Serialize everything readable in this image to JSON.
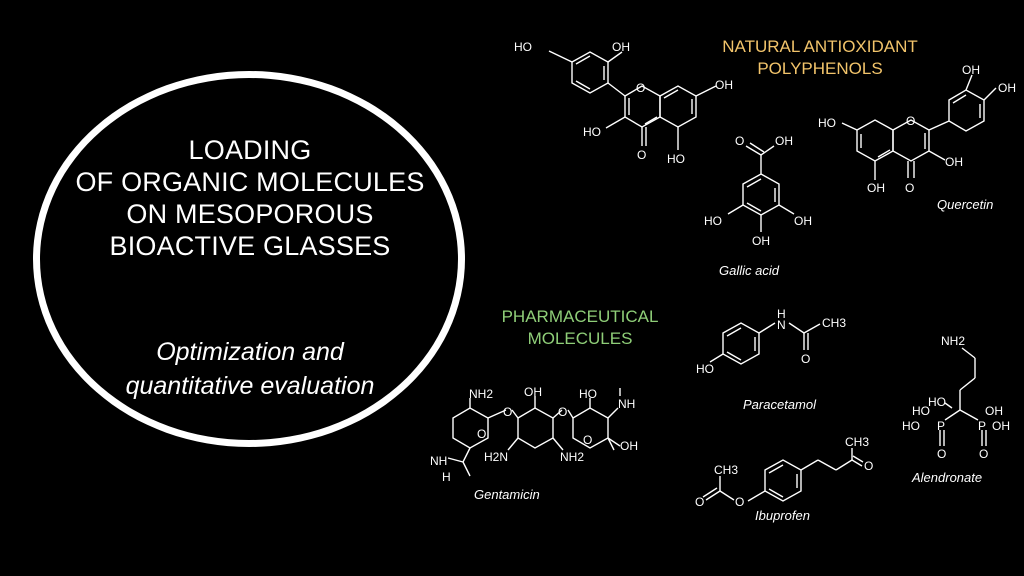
{
  "title": {
    "lines": [
      "LOADING",
      "OF ORGANIC MOLECULES",
      "ON MESOPOROUS",
      "BIOACTIVE GLASSES"
    ]
  },
  "subtitle": {
    "lines": [
      "Optimization and",
      "quantitative evaluation"
    ]
  },
  "categories": {
    "natural": {
      "lines": [
        "NATURAL ANTIOXIDANT",
        "POLYPHENOLS"
      ],
      "color": "#f2c46b"
    },
    "pharmaceutical": {
      "lines": [
        "PHARMACEUTICAL",
        "MOLECULES"
      ],
      "color": "#8fce78"
    }
  },
  "molecules": {
    "quercetin": "Quercetin",
    "gallic_acid": "Gallic acid",
    "paracetamol": "Paracetamol",
    "alendronate": "Alendronate",
    "gentamicin": "Gentamicin",
    "ibuprofen": "Ibuprofen"
  },
  "atom_labels": {
    "oh": "OH",
    "ho": "HO",
    "o": "O",
    "h": "H",
    "n": "N",
    "nh": "NH",
    "nh2": "NH2",
    "h2n": "H2N",
    "p": "P",
    "ch3": "CH3"
  }
}
